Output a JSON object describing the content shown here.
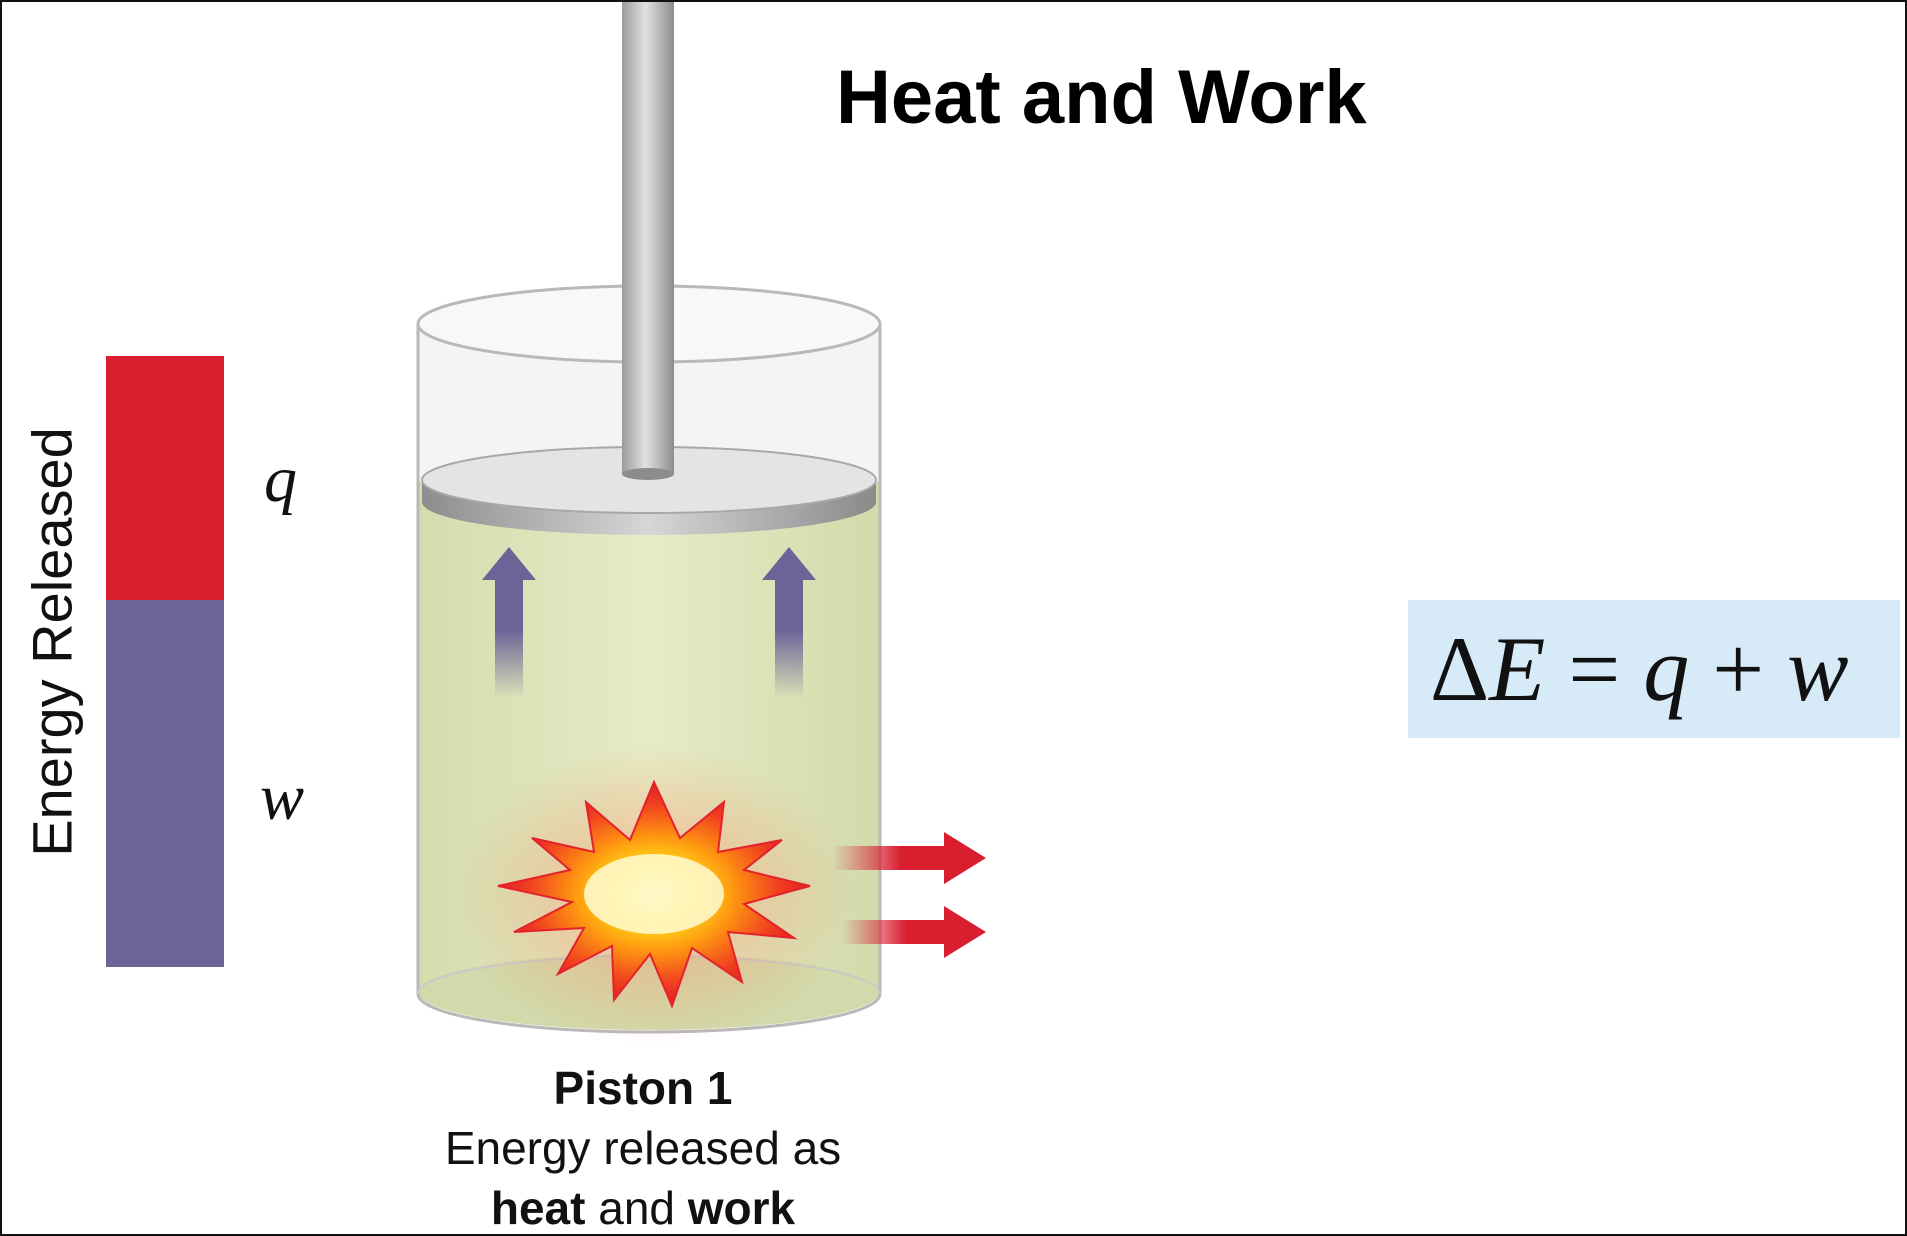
{
  "title": "Heat and Work",
  "energy_bar": {
    "axis_label": "Energy Released",
    "q_label": "q",
    "w_label": "w",
    "q_fraction": 0.4,
    "w_fraction": 0.6,
    "q_color": "#d81e2f",
    "w_color": "#6b6597"
  },
  "caption": {
    "line1": "Piston 1",
    "line2": "Energy released as",
    "line3_heat": "heat",
    "line3_and": " and ",
    "line3_work": "work"
  },
  "equation": {
    "delta": "Δ",
    "E": "E",
    "equals": " = ",
    "q": "q",
    "plus": " + ",
    "w": "w",
    "background": "#d6eaf8"
  },
  "colors": {
    "gas": "#dfe6b8",
    "arrow_up": "#6b6597",
    "arrow_right": "#d81e2f"
  }
}
